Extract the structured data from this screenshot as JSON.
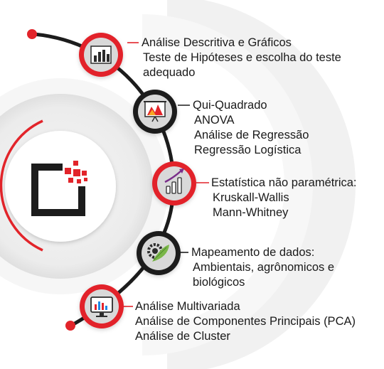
{
  "colors": {
    "accent_red": "#e2242a",
    "dark_line": "#1c1c1c",
    "text": "#1a1a1a"
  },
  "logo": {
    "icon": "pixel-frame-logo"
  },
  "items": [
    {
      "icon": "bar-chart-icon",
      "lines": [
        "Análise Descritiva e Gráficos",
        "Teste de Hipóteses e escolha do teste",
        "adequado"
      ]
    },
    {
      "icon": "presentation-chart-icon",
      "lines": [
        "Qui-Quadrado",
        "ANOVA",
        "Análise de Regressão",
        "Regressão Logística"
      ]
    },
    {
      "icon": "growth-chart-icon",
      "lines": [
        "Estatística não paramétrica:",
        "Kruskall-Wallis",
        "Mann-Whitney"
      ]
    },
    {
      "icon": "gear-leaf-icon",
      "lines": [
        "Mapeamento de dados:",
        "Ambientais, agrônomicos e",
        "biológicos"
      ]
    },
    {
      "icon": "monitor-chart-icon",
      "lines": [
        "Análise Multivariada",
        "Análise de Componentes Principais (PCA)",
        "Análise de Cluster"
      ]
    }
  ]
}
